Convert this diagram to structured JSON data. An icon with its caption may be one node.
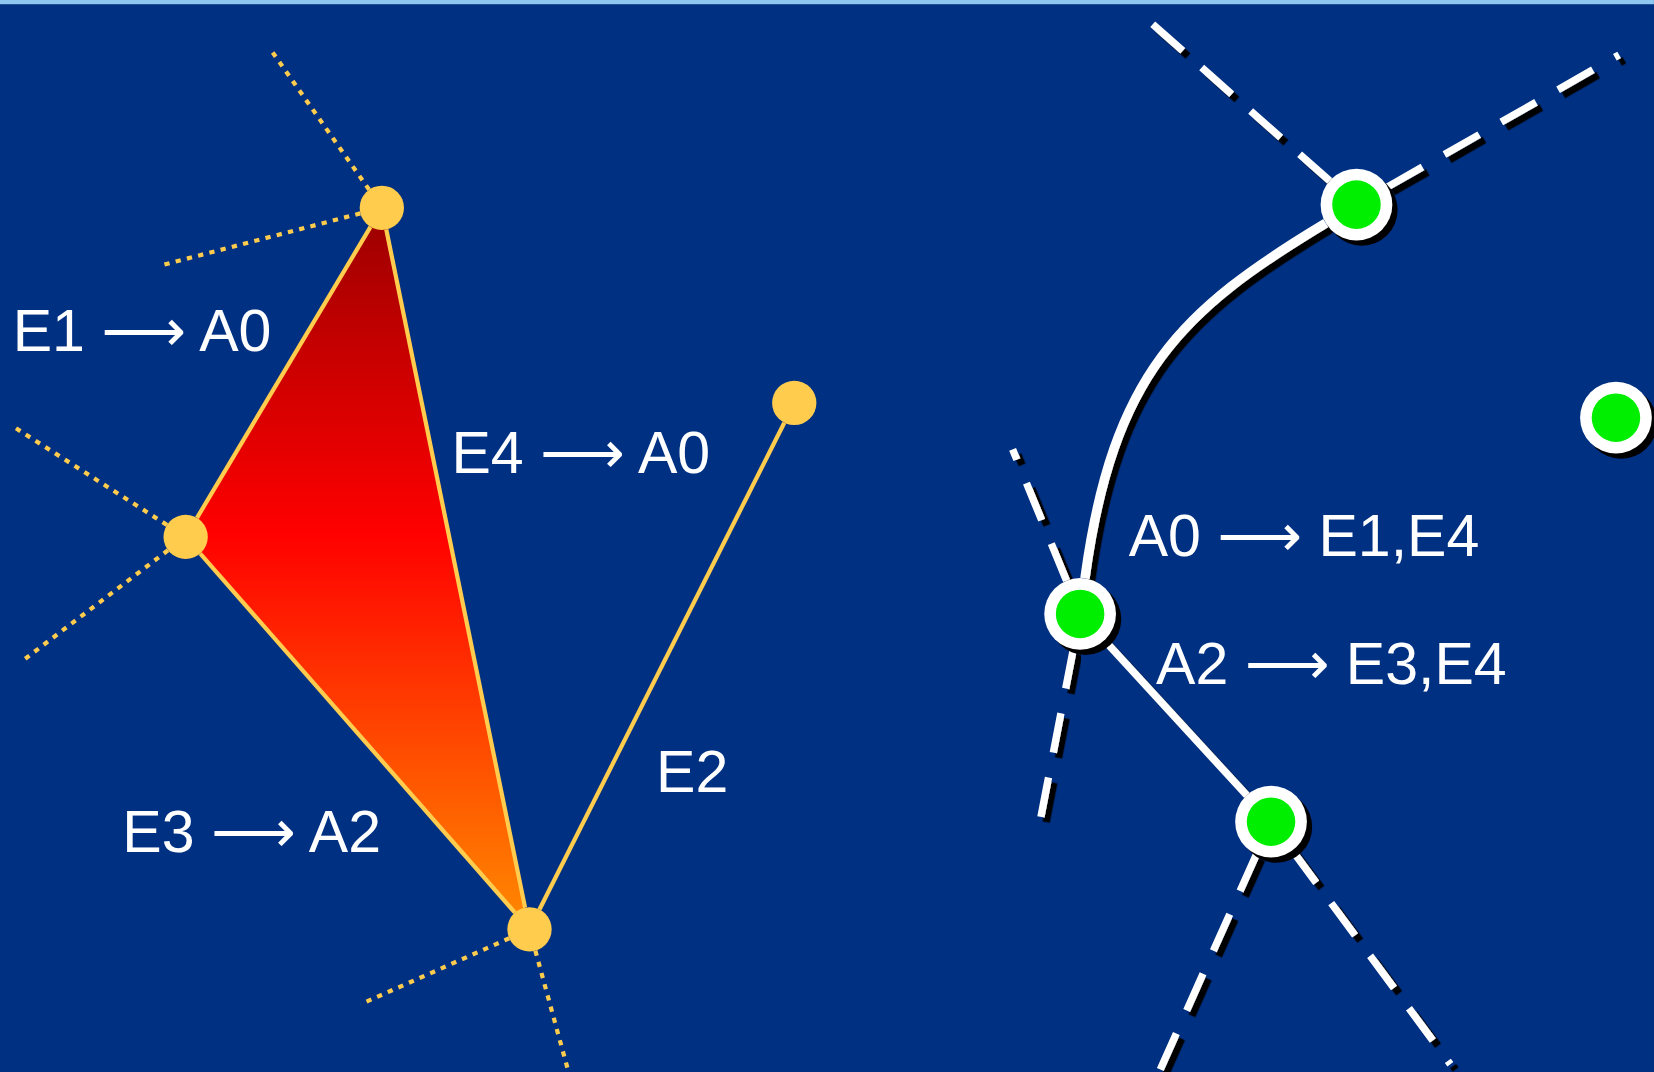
{
  "diagram": {
    "nodes": [
      {
        "text": [],
        "shape": "circle"
      },
      {
        "text": [],
        "shape": "circle"
      },
      {
        "text": [],
        "shape": "circle"
      },
      {
        "text": [],
        "shape": "circle"
      },
      {
        "text": [],
        "shape": "circle"
      },
      {
        "text": [],
        "shape": "circle"
      },
      {
        "text": [],
        "shape": "circle"
      },
      {
        "text": [],
        "shape": "circle"
      }
    ],
    "edges": [
      {
        "from": 0,
        "to": 1,
        "arrow": "none"
      },
      {
        "from": 1,
        "to": 2,
        "arrow": "none"
      },
      {
        "from": 0,
        "to": 2,
        "arrow": "none"
      },
      {
        "from": 2,
        "to": 3,
        "arrow": "none"
      },
      {
        "from": 0,
        "to": null,
        "arrow": "none",
        "style": "dashed"
      },
      {
        "from": 0,
        "to": null,
        "arrow": "none",
        "style": "dashed"
      },
      {
        "from": 1,
        "to": null,
        "arrow": "none",
        "style": "dashed"
      },
      {
        "from": 1,
        "to": null,
        "arrow": "none",
        "style": "dashed"
      },
      {
        "from": 2,
        "to": null,
        "arrow": "none",
        "style": "dashed"
      },
      {
        "from": 2,
        "to": null,
        "arrow": "none",
        "style": "dashed"
      },
      {
        "from": 4,
        "to": 5,
        "arrow": "none",
        "style": "thick",
        "color": "#ffffff"
      },
      {
        "from": 5,
        "to": 6,
        "arrow": "none",
        "color": "#ffffff"
      },
      {
        "from": 4,
        "to": null,
        "arrow": "none",
        "style": "dashed",
        "color": "#ffffff"
      },
      {
        "from": 4,
        "to": null,
        "arrow": "none",
        "style": "dashed",
        "color": "#ffffff"
      },
      {
        "from": 5,
        "to": null,
        "arrow": "none",
        "style": "dashed",
        "color": "#ffffff"
      },
      {
        "from": 5,
        "to": null,
        "arrow": "none",
        "style": "dashed",
        "color": "#ffffff"
      },
      {
        "from": 6,
        "to": null,
        "arrow": "none",
        "style": "dashed",
        "color": "#ffffff"
      },
      {
        "from": 6,
        "to": null,
        "arrow": "none",
        "style": "dashed",
        "color": "#ffffff"
      }
    ],
    "labels": [
      "E1 ⟶ A0",
      "E4 ⟶ A0",
      "A0 ⟶ E1,E4",
      "A2 ⟶ E3,E4",
      "E2",
      "E3 ⟶ A2"
    ]
  }
}
